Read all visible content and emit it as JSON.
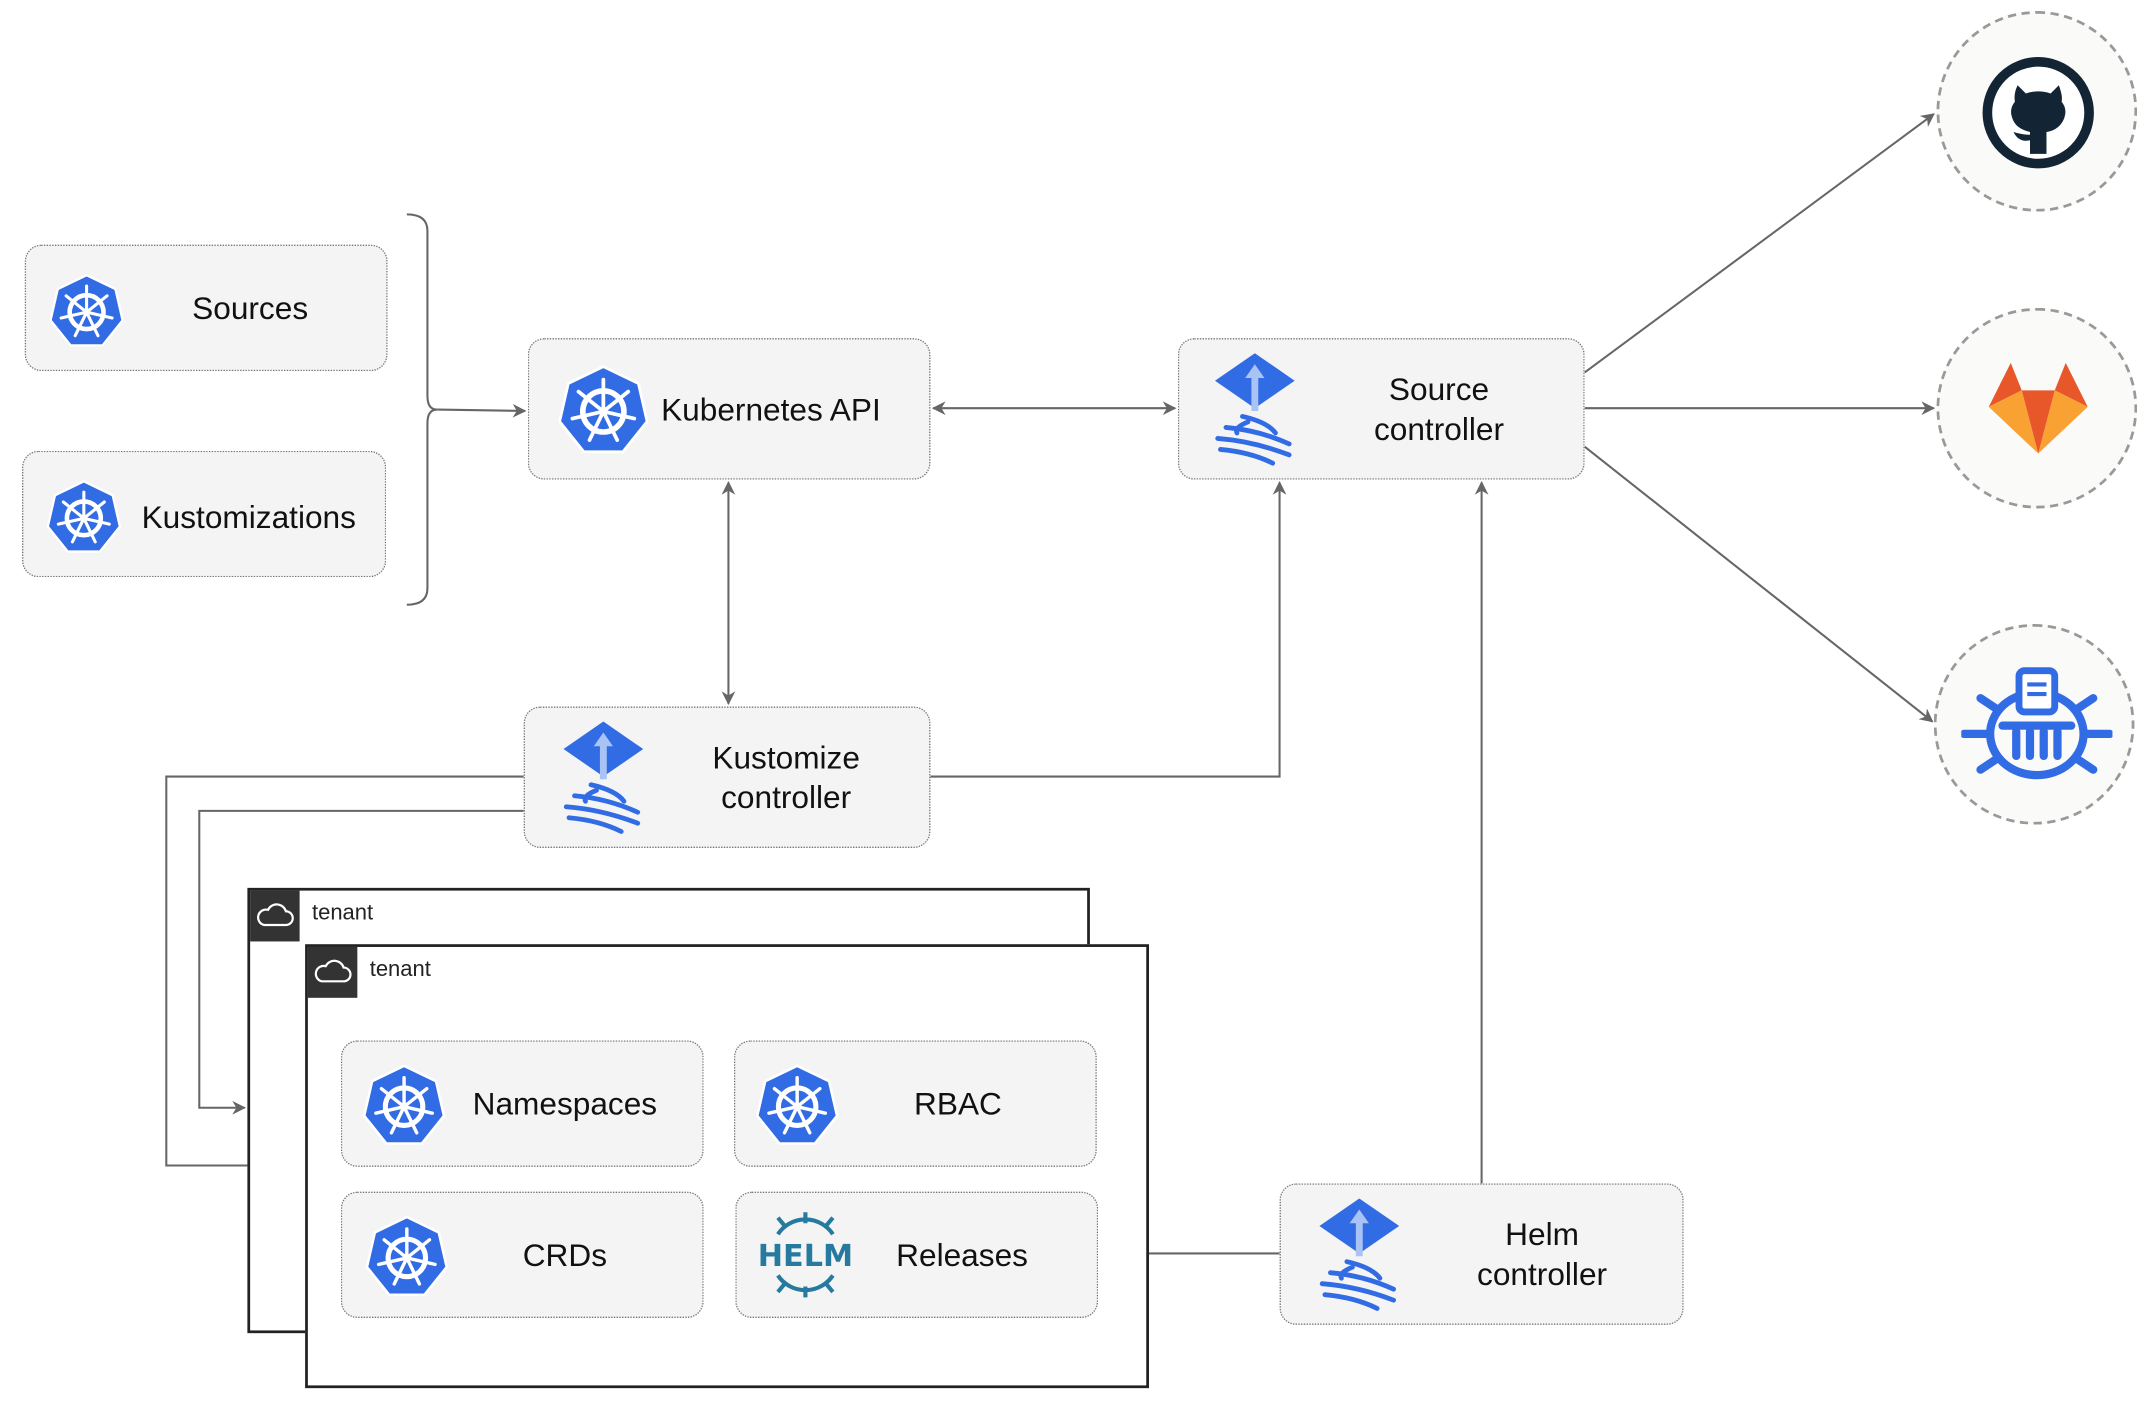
{
  "nodes": {
    "sources": "Sources",
    "kustomizations": "Kustomizations",
    "kubernetes_api": "Kubernetes API",
    "source_controller": [
      "Source",
      "controller"
    ],
    "kustomize_controller": [
      "Kustomize",
      "controller"
    ],
    "helm_controller": [
      "Helm",
      "controller"
    ],
    "namespaces": "Namespaces",
    "rbac": "RBAC",
    "crds": "CRDs",
    "releases": "Releases",
    "helm_logo_text": "HELM"
  },
  "tenants": [
    {
      "label": "tenant"
    },
    {
      "label": "tenant"
    }
  ],
  "external_sources": [
    {
      "icon": "github-icon"
    },
    {
      "icon": "gitlab-icon"
    },
    {
      "icon": "helm-repository-icon"
    }
  ],
  "colors": {
    "kubernetes_blue": "#326ce5",
    "helm_blue": "#277a9f",
    "github_dark": "#132435",
    "gitlab_orange": "#e8572a",
    "gitlab_yellow": "#f9a233",
    "edge": "#666666",
    "tenant_header": "#333333"
  }
}
